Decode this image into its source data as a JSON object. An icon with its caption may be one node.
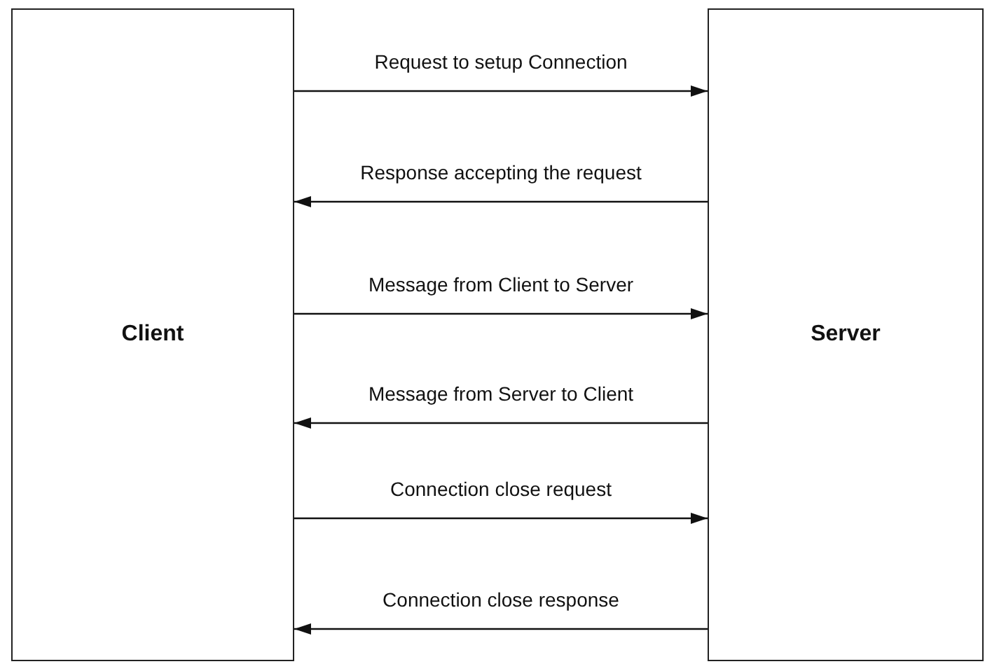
{
  "diagram": {
    "nodes": [
      {
        "text": [
          "Client"
        ]
      },
      {
        "text": [
          "Server"
        ]
      }
    ],
    "edges": [
      {
        "from": 0,
        "to": 1,
        "arrow": "to",
        "label": "Request to setup Connection"
      },
      {
        "from": 1,
        "to": 0,
        "arrow": "to",
        "label": "Response accepting the request"
      },
      {
        "from": 0,
        "to": 1,
        "arrow": "to",
        "label": "Message from Client to Server"
      },
      {
        "from": 1,
        "to": 0,
        "arrow": "to",
        "label": "Message from Server to Client"
      },
      {
        "from": 0,
        "to": 1,
        "arrow": "to",
        "label": "Connection close request"
      },
      {
        "from": 1,
        "to": 0,
        "arrow": "to",
        "label": "Connection close response"
      }
    ]
  }
}
